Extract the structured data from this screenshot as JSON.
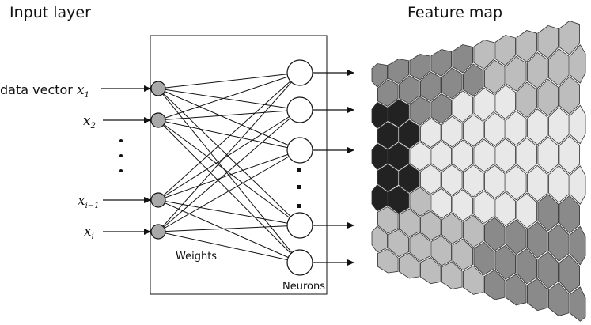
{
  "titles": {
    "input_layer": "Input layer",
    "feature_map": "Feature map"
  },
  "inputs": [
    {
      "prefix": "data vector ",
      "var": "x",
      "sub": "1"
    },
    {
      "prefix": "",
      "var": "x",
      "sub": "2"
    },
    {
      "prefix": "",
      "var": "x",
      "sub": "i−1"
    },
    {
      "prefix": "",
      "var": "x",
      "sub": "i"
    }
  ],
  "weights_label": "Weights",
  "neurons_label": "Neurons",
  "colors": {
    "input_node": "#a9a9a9",
    "neuron": "#ffffff",
    "line": "#111111",
    "cell_dark": "#222222",
    "cell_mid": "#8a8a8a",
    "cell_light": "#bdbdbd",
    "cell_pale": "#e8e8e8"
  }
}
